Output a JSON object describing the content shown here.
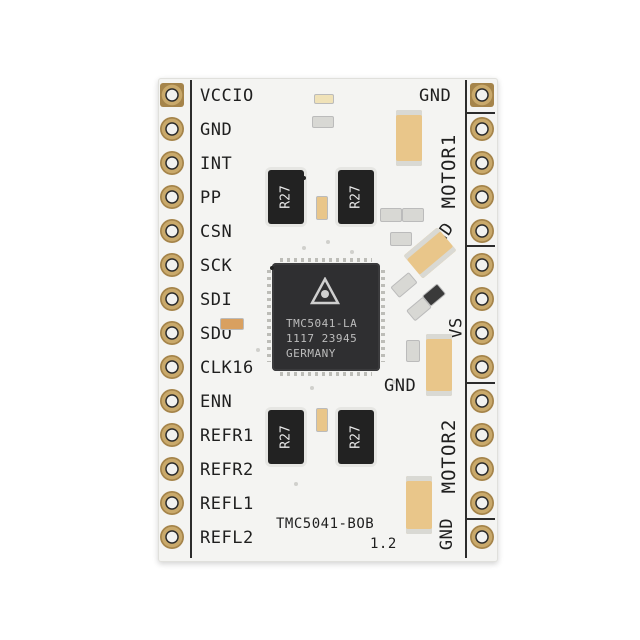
{
  "left_pins": [
    "VCCIO",
    "GND",
    "INT",
    "PP",
    "CSN",
    "SCK",
    "SDI",
    "SDO",
    "CLK16",
    "ENN",
    "REFR1",
    "REFR2",
    "REFL1",
    "REFL2"
  ],
  "right_labels": {
    "gnd_top": "GND",
    "motor1": "MOTOR1",
    "gnd_mid": "GND",
    "vs": "VS",
    "gnd_low": "GND",
    "motor2": "MOTOR2",
    "gnd_bottom": "GND"
  },
  "chip": {
    "line1": "TMC5041-LA",
    "line2": "1117  23945",
    "line3": "GERMANY"
  },
  "resistor_code": "R27",
  "board_name": "TMC5041-BOB",
  "board_version": "1.2",
  "colors": {
    "board": "#f4f4f2",
    "gold": "#c9a96b",
    "chip": "#2f2f31",
    "cap": "#e9c68a"
  }
}
